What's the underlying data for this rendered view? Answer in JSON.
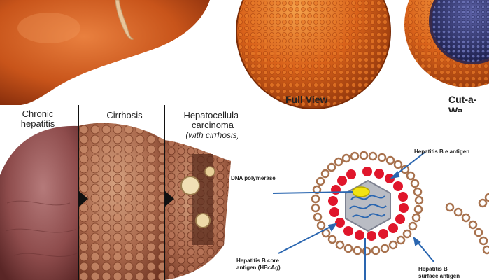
{
  "virus_views": {
    "full_view": "Full View",
    "cut_away": "Cut-a-Wa"
  },
  "stages": {
    "chronic": "Chronic\nhepatitis",
    "cirrhosis": "Cirrhosis",
    "hcc": "Hepatocellular\ncarcinoma",
    "hcc_sub": "(with cirrhosis)"
  },
  "structure": {
    "e_antigen": "Hepatitis B e antigen",
    "dna_polymerase": "DNA polymerase",
    "core_antigen": "Hepatitis B core\nantigen (HBcAg)",
    "surface_antigen": "Hepatitis B\nsurface antigen"
  },
  "colors": {
    "liver": "#c8541a",
    "virus_orange": "#d9621a",
    "core_blue": "#2c2f6b",
    "capsid_red": "#e0162b",
    "envelope_brown": "#a8724e",
    "arrow_blue": "#2a66b0"
  }
}
